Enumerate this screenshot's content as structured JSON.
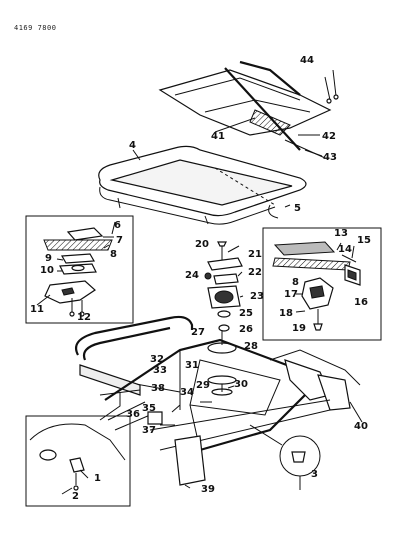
{
  "drawing_code": "4169 7800",
  "callouts": {
    "c1": "1",
    "c2": "2",
    "c3": "3",
    "c4": "4",
    "c5": "5",
    "c6": "6",
    "c7": "7",
    "c8a": "8",
    "c8b": "8",
    "c9": "9",
    "c10": "10",
    "c11": "11",
    "c12": "12",
    "c13": "13",
    "c14": "14",
    "c15": "15",
    "c16": "16",
    "c17": "17",
    "c18": "18",
    "c19": "19",
    "c20": "20",
    "c21": "21",
    "c22": "22",
    "c23": "23",
    "c24": "24",
    "c25": "25",
    "c26": "26",
    "c27": "27",
    "c28": "28",
    "c29": "29",
    "c30": "30",
    "c31": "31",
    "c32": "32",
    "c33": "33",
    "c34": "34",
    "c35": "35",
    "c36": "36",
    "c37": "37",
    "c38": "38",
    "c39": "39",
    "c40": "40",
    "c41": "41",
    "c42": "42",
    "c43": "43",
    "c44": "44"
  }
}
